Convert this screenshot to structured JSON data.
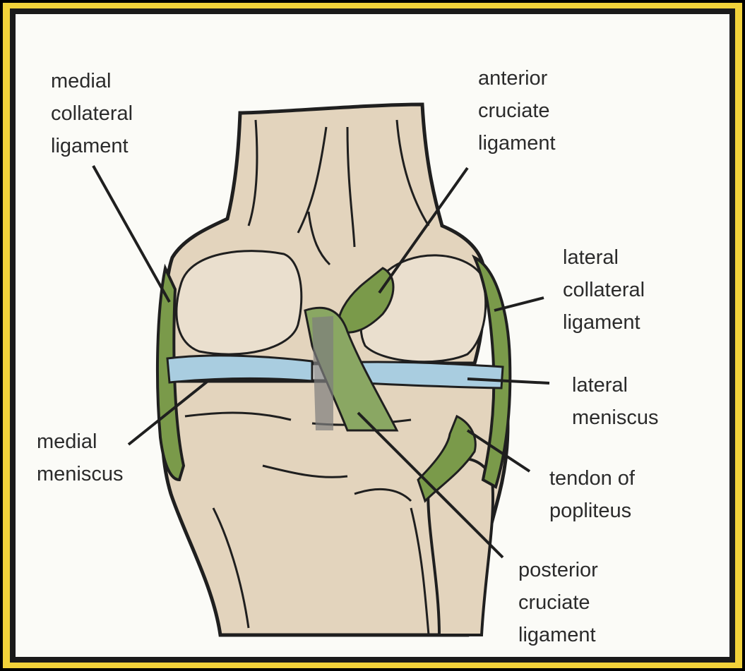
{
  "labels": {
    "medial_collateral_ligament": [
      "medial",
      "collateral",
      "ligament"
    ],
    "anterior_cruciate_ligament": [
      "anterior",
      "cruciate",
      "ligament"
    ],
    "lateral_collateral_ligament": [
      "lateral",
      "collateral",
      "ligament"
    ],
    "lateral_meniscus": [
      "lateral",
      "meniscus"
    ],
    "medial_meniscus": [
      "medial",
      "meniscus"
    ],
    "tendon_of_popliteus": [
      "tendon of",
      "popliteus"
    ],
    "posterior_cruciate_ligament": [
      "posterior",
      "cruciate",
      "ligament"
    ]
  },
  "colors": {
    "frame_gold": "#f2d23a",
    "frame_dark": "#1a1a1a",
    "background": "#fbfbf7",
    "bone": "#e3d4bd",
    "condyle_highlight": "#eadfce",
    "ligament_green": "#7a9a4a",
    "meniscus_blue": "#a9cde0",
    "outline": "#1f1f1f",
    "text": "#2b2b2b"
  }
}
